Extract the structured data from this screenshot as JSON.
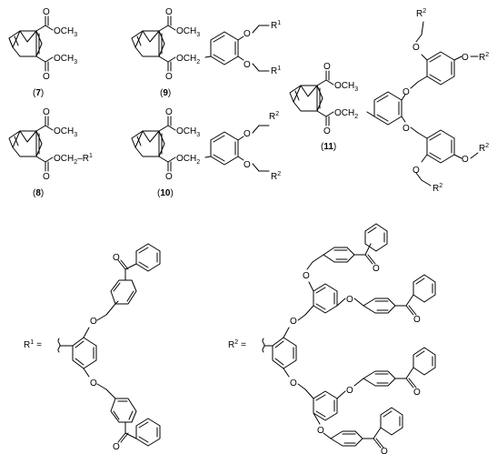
{
  "compounds": [
    {
      "number": "7",
      "caption_open": "(",
      "caption_close": ")"
    },
    {
      "number": "8",
      "caption_open": "(",
      "caption_close": ")"
    },
    {
      "number": "9",
      "caption_open": "(",
      "caption_close": ")"
    },
    {
      "number": "10",
      "caption_open": "(",
      "caption_close": ")"
    },
    {
      "number": "11",
      "caption_open": "(",
      "caption_close": ")"
    }
  ],
  "atom_labels": {
    "ester_methyl": "OCH3_sub",
    "methyl_text": "OCH",
    "methyl_sub": "3",
    "ch2_text": "OCH",
    "ch2_sub": "2",
    "oxygen": "O",
    "r_symbol": "R",
    "r1_sup": "1",
    "r2_sup": "2",
    "dash": "–"
  },
  "definitions": [
    {
      "symbol": "R",
      "sup": "1",
      "equals": "="
    },
    {
      "symbol": "R",
      "sup": "2",
      "equals": "="
    }
  ]
}
